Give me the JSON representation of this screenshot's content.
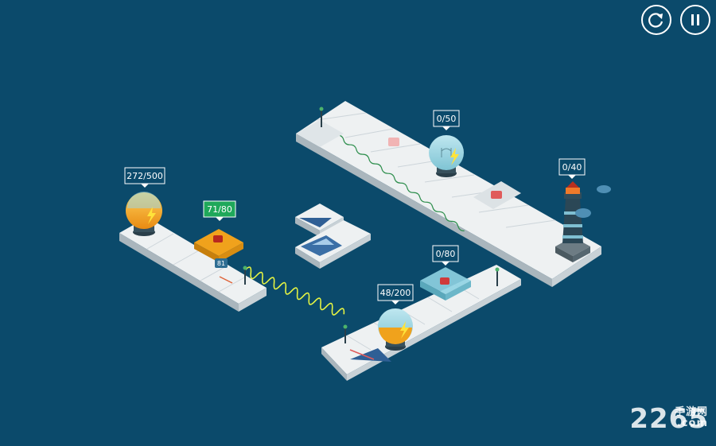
{
  "hud": {
    "restart_icon": "restart-icon",
    "pause_icon": "pause-icon"
  },
  "counters": {
    "bulb_left": "272/500",
    "battery_orange": "71/80",
    "bulb_top": "0/50",
    "lighthouse": "0/40",
    "battery_blue": "0/80",
    "bulb_bottom": "48/200"
  },
  "tile_badge": "81",
  "watermark": {
    "main": "2265",
    "sub": "手游网",
    "domain": ".com"
  },
  "colors": {
    "background": "#0b4a6b",
    "tile_top": "#e9ecee",
    "bulb_amber": "#f0a21c",
    "battery_orange": "#f0a21c",
    "battery_blue": "#8fd3e3",
    "wave_yellow": "#e7f542",
    "counter_green": "#1fa85a"
  }
}
